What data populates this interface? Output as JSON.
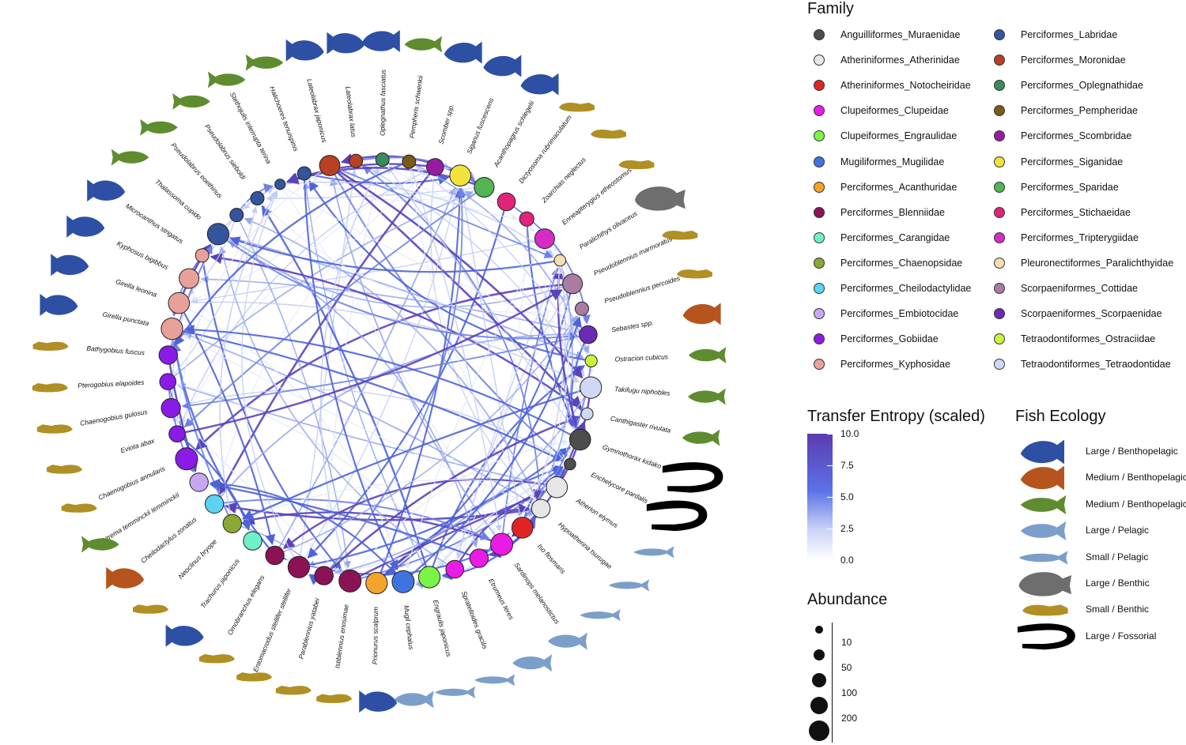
{
  "colors": {
    "edge_low": "#e8ecfb",
    "edge_mid": "#4a63e0",
    "edge_high": "#5b3cb0",
    "large_benthopelagic": "#2d50a4",
    "medium_benthopelagic_orange": "#b5541c",
    "medium_benthopelagic_green": "#5e8c2f",
    "large_pelagic": "#7b9fc9",
    "small_pelagic": "#7b9fc9",
    "large_benthic": "#6e6e6e",
    "small_benthic": "#b08f24",
    "large_fossorial": "#000000"
  },
  "family_legend": {
    "title": "Family",
    "items": [
      {
        "label": "Anguilliformes_Muraenidae",
        "color": "#4d4d4d"
      },
      {
        "label": "Atheriniformes_Atherinidae",
        "color": "#e6e6e6"
      },
      {
        "label": "Atheriniformes_Notocheiridae",
        "color": "#e02424"
      },
      {
        "label": "Clupeiformes_Clupeidae",
        "color": "#e91be6"
      },
      {
        "label": "Clupeiformes_Engraulidae",
        "color": "#7bf545"
      },
      {
        "label": "Mugiliformes_Mugilidae",
        "color": "#3f74e0"
      },
      {
        "label": "Perciformes_Acanthuridae",
        "color": "#f2a42b"
      },
      {
        "label": "Perciformes_Blenniidae",
        "color": "#8c1256"
      },
      {
        "label": "Perciformes_Carangidae",
        "color": "#6ef0c8"
      },
      {
        "label": "Perciformes_Chaenopsidae",
        "color": "#8aa834"
      },
      {
        "label": "Perciformes_Cheilodactylidae",
        "color": "#5cd3f2"
      },
      {
        "label": "Perciformes_Embiotocidae",
        "color": "#c9a6f2"
      },
      {
        "label": "Perciformes_Gobiidae",
        "color": "#8a1be6"
      },
      {
        "label": "Perciformes_Kyphosidae",
        "color": "#e8a09a"
      },
      {
        "label": "Perciformes_Labridae",
        "color": "#34559e"
      },
      {
        "label": "Perciformes_Moronidae",
        "color": "#b84024"
      },
      {
        "label": "Perciformes_Oplegnathidae",
        "color": "#3c8a5e"
      },
      {
        "label": "Perciformes_Pempheridae",
        "color": "#7a5a18"
      },
      {
        "label": "Perciformes_Scombridae",
        "color": "#9a1ba3"
      },
      {
        "label": "Perciformes_Siganidae",
        "color": "#f2e23c"
      },
      {
        "label": "Perciformes_Sparidae",
        "color": "#52b552"
      },
      {
        "label": "Perciformes_Stichaeidae",
        "color": "#e0247a"
      },
      {
        "label": "Perciformes_Tripterygiidae",
        "color": "#d62bc4"
      },
      {
        "label": "Pleuronectiformes_Paralichthyidae",
        "color": "#f2e0b0"
      },
      {
        "label": "Scorpaeniformes_Cottidae",
        "color": "#a87ca3"
      },
      {
        "label": "Scorpaeniformes_Scorpaenidae",
        "color": "#6a2bb5"
      },
      {
        "label": "Tetraodontiformes_Ostraciidae",
        "color": "#c9f23c"
      },
      {
        "label": "Tetraodontiformes_Tetraodontidae",
        "color": "#cfd8f5"
      }
    ]
  },
  "transfer_entropy_legend": {
    "title": "Transfer Entropy (scaled)",
    "ticks": [
      "10.0",
      "7.5",
      "5.0",
      "2.5",
      "0.0"
    ]
  },
  "ecology_legend": {
    "title": "Fish Ecology",
    "items": [
      {
        "label": "Large / Benthopelagic",
        "color": "#2d50a4",
        "shape": "deep-fish"
      },
      {
        "label": "Medium / Benthopelagic",
        "color": "#b5541c",
        "shape": "deep-fish"
      },
      {
        "label": "Medium / Benthopelagic",
        "color": "#5e8c2f",
        "shape": "fish"
      },
      {
        "label": "Large / Pelagic",
        "color": "#7b9fc9",
        "shape": "fish"
      },
      {
        "label": "Small / Pelagic",
        "color": "#7b9fc9",
        "shape": "slim-fish"
      },
      {
        "label": "Large / Benthic",
        "color": "#6e6e6e",
        "shape": "flatfish"
      },
      {
        "label": "Small / Benthic",
        "color": "#b08f24",
        "shape": "goby"
      },
      {
        "label": "Large / Fossorial",
        "color": "#000000",
        "shape": "eel"
      }
    ]
  },
  "abundance_legend": {
    "title": "Abundance",
    "ticks": [
      "10",
      "50",
      "100",
      "200"
    ]
  },
  "species": [
    {
      "name": "Stethojulis interrupta terina",
      "color": "#34559e",
      "abundance": 5,
      "icon": "medium-benthopelagic-green"
    },
    {
      "name": "Halichoeres tenuispinis",
      "color": "#34559e",
      "abundance": 15,
      "icon": "medium-benthopelagic-green"
    },
    {
      "name": "Lateolabrax japonicus",
      "color": "#b84024",
      "abundance": 60,
      "icon": "large-benthopelagic"
    },
    {
      "name": "Lateolabrax latus",
      "color": "#b84024",
      "abundance": 15,
      "icon": "large-benthopelagic"
    },
    {
      "name": "Oplegnathus fasciatus",
      "color": "#3c8a5e",
      "abundance": 15,
      "icon": "large-benthopelagic"
    },
    {
      "name": "Pempheris schwenkii",
      "color": "#7a5a18",
      "abundance": 15,
      "icon": "medium-benthopelagic-green"
    },
    {
      "name": "Scomber spp.",
      "color": "#9a1ba3",
      "abundance": 35,
      "icon": "large-benthopelagic"
    },
    {
      "name": "Siganus fuscescens",
      "color": "#f2e23c",
      "abundance": 65,
      "icon": "large-benthopelagic"
    },
    {
      "name": "Acanthopagrus schlegelii",
      "color": "#52b552",
      "abundance": 55,
      "icon": "large-benthopelagic"
    },
    {
      "name": "Dictyosoma rubrimaculatum",
      "color": "#e0247a",
      "abundance": 40,
      "icon": "small-benthic"
    },
    {
      "name": "Zoarchias neglectus",
      "color": "#e0247a",
      "abundance": 20,
      "icon": "small-benthic"
    },
    {
      "name": "Enneapterygius etheostomus",
      "color": "#d62bc4",
      "abundance": 55,
      "icon": "small-benthic"
    },
    {
      "name": "Paralichthys olivaceus",
      "color": "#f2e0b0",
      "abundance": 8,
      "icon": "large-benthic"
    },
    {
      "name": "Pseudoblennius marmoratus",
      "color": "#a87ca3",
      "abundance": 55,
      "icon": "small-benthic"
    },
    {
      "name": "Pseudoblennius percoides",
      "color": "#a87ca3",
      "abundance": 15,
      "icon": "small-benthic"
    },
    {
      "name": "Sebastes spp.",
      "color": "#6a2bb5",
      "abundance": 40,
      "icon": "medium-benthopelagic-orange"
    },
    {
      "name": "Ostracion cubicus",
      "color": "#c9f23c",
      "abundance": 10,
      "icon": "medium-benthopelagic-green"
    },
    {
      "name": "Takifugu niphobles",
      "color": "#cfd8f5",
      "abundance": 70,
      "icon": "medium-benthopelagic-green"
    },
    {
      "name": "Canthigaster rivulata",
      "color": "#cfd8f5",
      "abundance": 10,
      "icon": "medium-benthopelagic-green"
    },
    {
      "name": "Gymnothorax kidako",
      "color": "#4d4d4d",
      "abundance": 65,
      "icon": "large-fossorial"
    },
    {
      "name": "Enchelycore pardalis",
      "color": "#4d4d4d",
      "abundance": 8,
      "icon": "large-fossorial"
    },
    {
      "name": "Atherion elymus",
      "color": "#e6e6e6",
      "abundance": 65,
      "icon": "small-pelagic"
    },
    {
      "name": "Hypoatherina tsurugae",
      "color": "#e6e6e6",
      "abundance": 45,
      "icon": "small-pelagic"
    },
    {
      "name": "Iso flosmaris",
      "color": "#e02424",
      "abundance": 65,
      "icon": "small-pelagic"
    },
    {
      "name": "Sardinops melanostictus",
      "color": "#e91be6",
      "abundance": 75,
      "icon": "large-pelagic"
    },
    {
      "name": "Etrumeus teres",
      "color": "#e91be6",
      "abundance": 45,
      "icon": "large-pelagic"
    },
    {
      "name": "Spratelloides gracilis",
      "color": "#e91be6",
      "abundance": 40,
      "icon": "small-pelagic"
    },
    {
      "name": "Engraulis japonicus",
      "color": "#7bf545",
      "abundance": 70,
      "icon": "small-pelagic"
    },
    {
      "name": "Mugil cephalus",
      "color": "#3f74e0",
      "abundance": 75,
      "icon": "large-pelagic"
    },
    {
      "name": "Prionurus scalprum",
      "color": "#f2a42b",
      "abundance": 70,
      "icon": "large-benthopelagic"
    },
    {
      "name": "Istiblennius enosimae",
      "color": "#8c1256",
      "abundance": 75,
      "icon": "small-benthic"
    },
    {
      "name": "Parablennius yatabei",
      "color": "#8c1256",
      "abundance": 45,
      "icon": "small-benthic"
    },
    {
      "name": "Entomacrodus stellifer stellifer",
      "color": "#8c1256",
      "abundance": 70,
      "icon": "small-benthic"
    },
    {
      "name": "Omobranchus elegans",
      "color": "#8c1256",
      "abundance": 45,
      "icon": "small-benthic"
    },
    {
      "name": "Trachurus japonicus",
      "color": "#6ef0c8",
      "abundance": 45,
      "icon": "large-benthopelagic"
    },
    {
      "name": "Neoclinus bryope",
      "color": "#8aa834",
      "abundance": 45,
      "icon": "small-benthic"
    },
    {
      "name": "Cheilodactylus zonatus",
      "color": "#5cd3f2",
      "abundance": 45,
      "icon": "medium-benthopelagic-orange"
    },
    {
      "name": "Ditrema temminckii temminckii",
      "color": "#c9a6f2",
      "abundance": 45,
      "icon": "medium-benthopelagic-green"
    },
    {
      "name": "Chaenogobius annularis",
      "color": "#8a1be6",
      "abundance": 75,
      "icon": "small-benthic"
    },
    {
      "name": "Eviota abax",
      "color": "#8a1be6",
      "abundance": 30,
      "icon": "small-benthic"
    },
    {
      "name": "Chaenogobius gulosus",
      "color": "#8a1be6",
      "abundance": 50,
      "icon": "small-benthic"
    },
    {
      "name": "Pterogobius elapoides",
      "color": "#8a1be6",
      "abundance": 30,
      "icon": "small-benthic"
    },
    {
      "name": "Bathygobius fuscus",
      "color": "#8a1be6",
      "abundance": 45,
      "icon": "small-benthic"
    },
    {
      "name": "Girella punctata",
      "color": "#e8a09a",
      "abundance": 70,
      "icon": "large-benthopelagic"
    },
    {
      "name": "Girella leonina",
      "color": "#e8a09a",
      "abundance": 65,
      "icon": "large-benthopelagic"
    },
    {
      "name": "Kyphosus bigibbus",
      "color": "#e8a09a",
      "abundance": 55,
      "icon": "large-benthopelagic"
    },
    {
      "name": "Microcanthus strigatus",
      "color": "#e8a09a",
      "abundance": 15,
      "icon": "large-benthopelagic"
    },
    {
      "name": "Thalassoma cupido",
      "color": "#34559e",
      "abundance": 70,
      "icon": "medium-benthopelagic-green"
    },
    {
      "name": "Pseudolabrus eoethinus",
      "color": "#34559e",
      "abundance": 15,
      "icon": "medium-benthopelagic-green"
    },
    {
      "name": "Pseudolabrus sieboldi",
      "color": "#34559e",
      "abundance": 15,
      "icon": "medium-benthopelagic-green"
    }
  ]
}
